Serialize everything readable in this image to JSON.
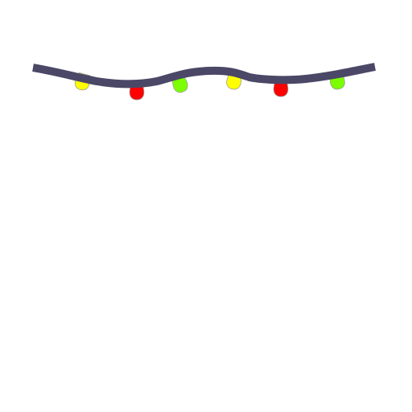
{
  "scene": {
    "background_color": "#ffffff",
    "wire_color": "#4b4766",
    "bulb_outline_color": "#9a9a9a",
    "bulbs": [
      {
        "name": "bulb-yellow-1",
        "color": "#ffff00"
      },
      {
        "name": "bulb-red-1",
        "color": "#ff0000"
      },
      {
        "name": "bulb-green-1",
        "color": "#7cff00"
      },
      {
        "name": "bulb-yellow-2",
        "color": "#ffff00"
      },
      {
        "name": "bulb-red-2",
        "color": "#ff0000"
      },
      {
        "name": "bulb-green-2",
        "color": "#7cff00"
      }
    ]
  }
}
